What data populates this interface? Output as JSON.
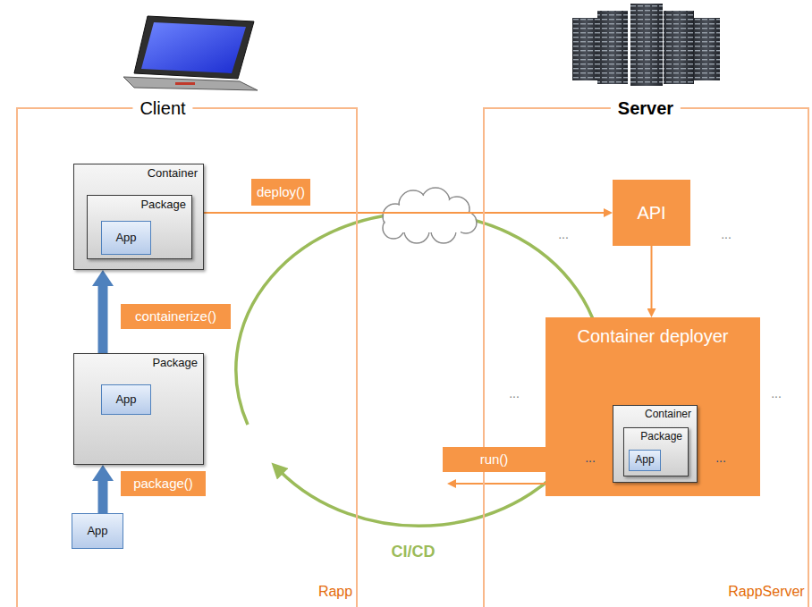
{
  "diagram": {
    "nodes": [
      {
        "text": [
          "Client",
          "Rapp"
        ]
      },
      {
        "text": [
          "Container"
        ],
        "in": 0
      },
      {
        "text": [
          "Package"
        ],
        "in": 1
      },
      {
        "text": [
          "App"
        ],
        "in": 2
      },
      {
        "text": [
          "deploy()"
        ],
        "in": 0
      },
      {
        "text": [
          "containerize()"
        ],
        "in": 0
      },
      {
        "text": [
          "Package"
        ],
        "in": 0
      },
      {
        "text": [
          "App"
        ],
        "in": 6
      },
      {
        "text": [
          "package()"
        ],
        "in": 0
      },
      {
        "text": [
          "App"
        ],
        "in": 0
      },
      {
        "text": [
          "Server",
          "RappServer"
        ]
      },
      {
        "text": [
          "API"
        ],
        "in": 10
      },
      {
        "text": [
          "Container deployer"
        ],
        "in": 10
      },
      {
        "text": [
          "run()"
        ],
        "in": 10
      },
      {
        "text": [
          "Container"
        ],
        "in": 12
      },
      {
        "text": [
          "Package"
        ],
        "in": 14
      },
      {
        "text": [
          "App"
        ],
        "in": 15
      }
    ],
    "edges": [
      {
        "from": 1,
        "to": 11,
        "arrow": "to"
      },
      {
        "from": 11,
        "to": 12,
        "arrow": "to"
      },
      {
        "from": 9,
        "to": 6,
        "arrow": "to"
      },
      {
        "from": 6,
        "to": 1,
        "arrow": "to"
      }
    ],
    "labels": [
      "...",
      "...",
      "...",
      "...",
      "...",
      "...",
      "CI/CD"
    ]
  }
}
